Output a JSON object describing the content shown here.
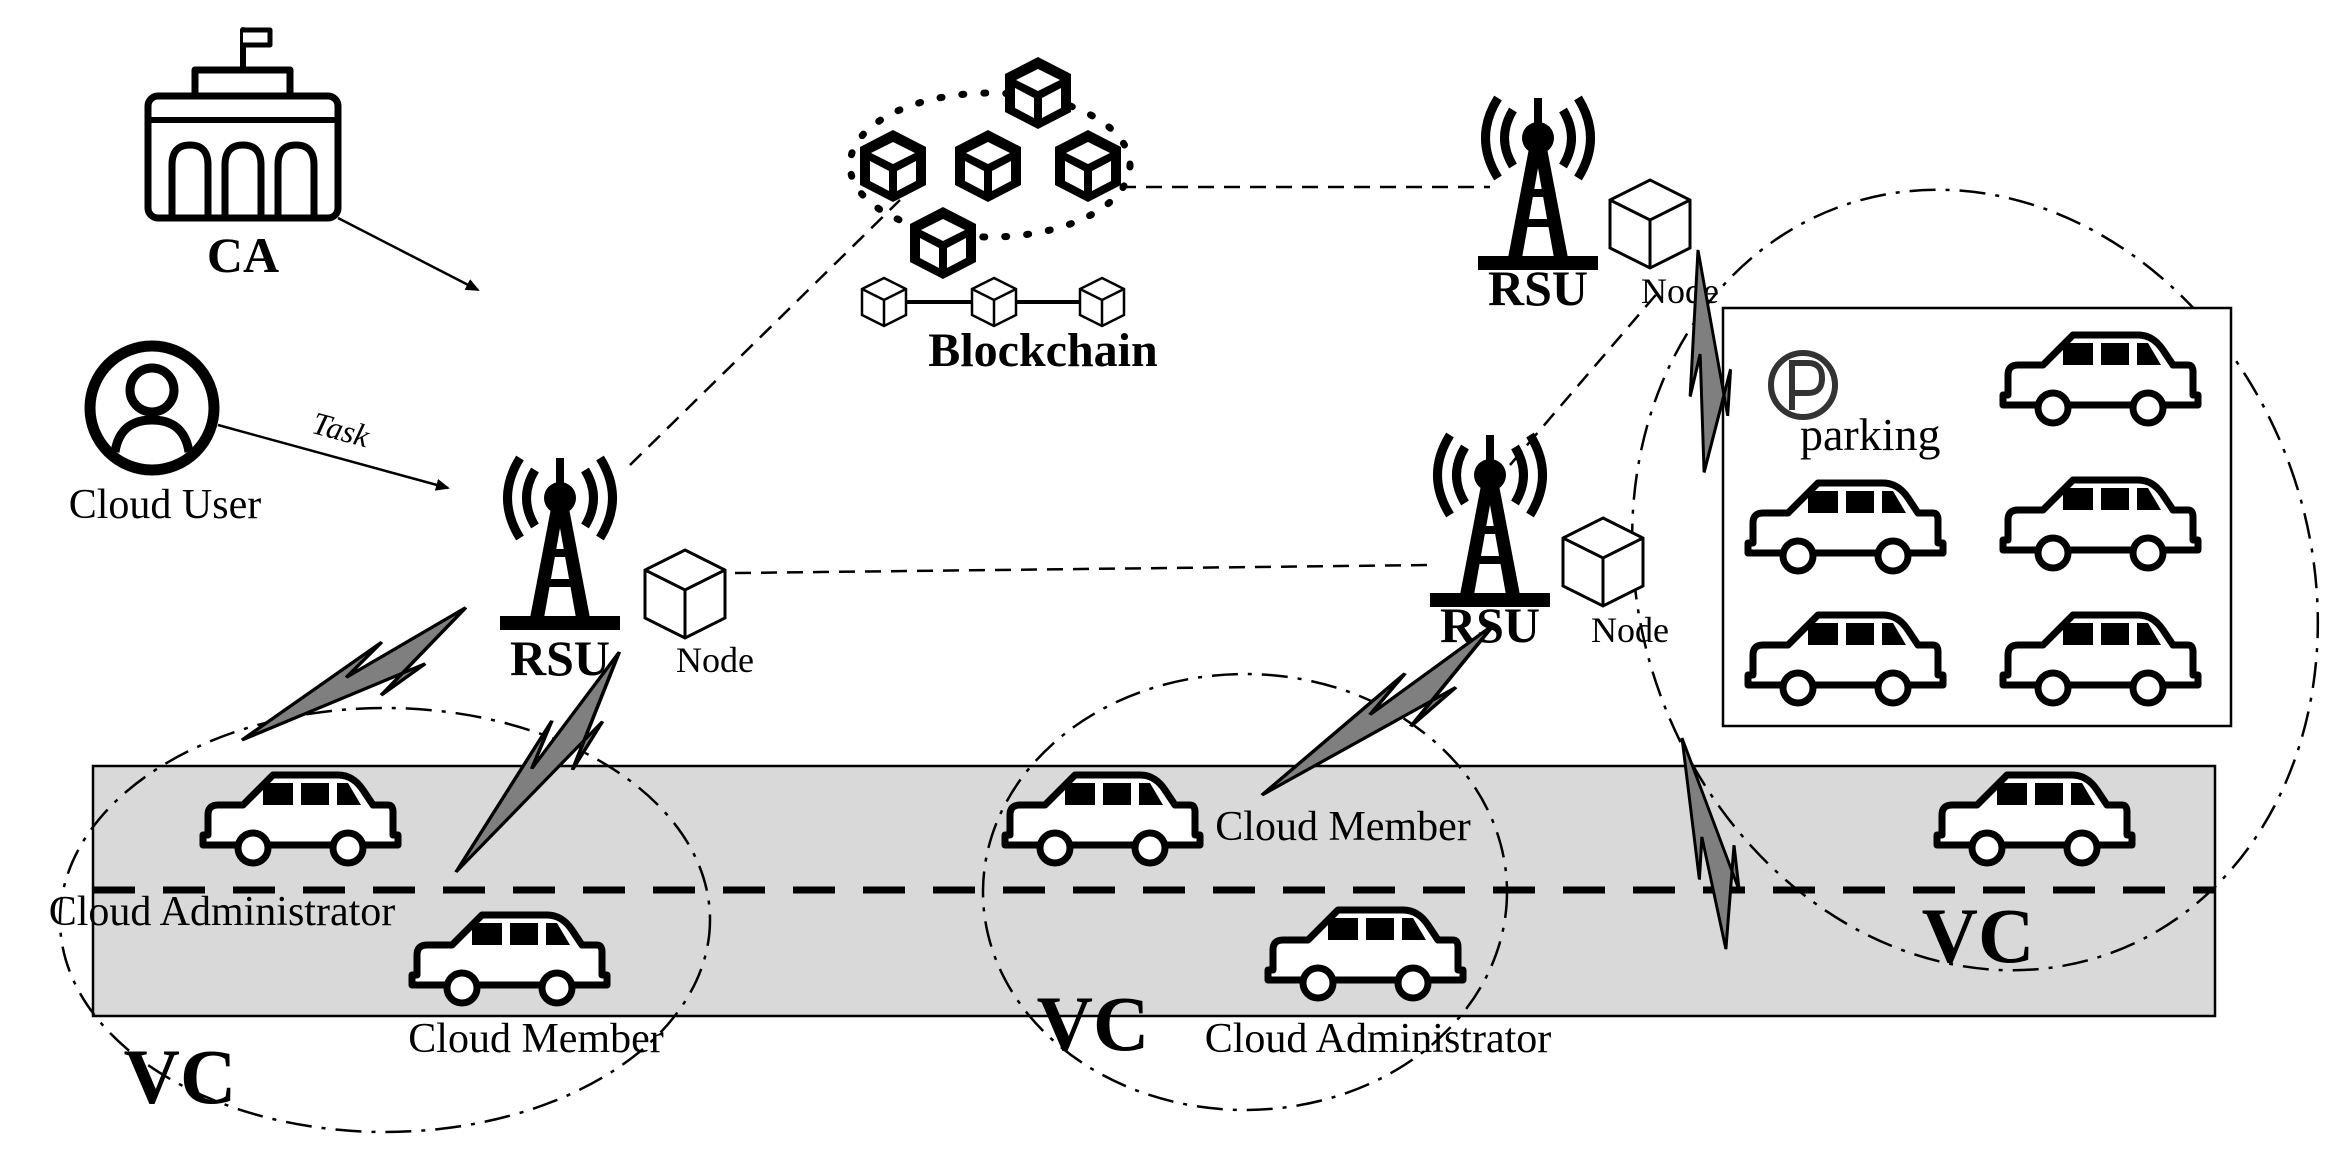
{
  "labels": {
    "ca": "CA",
    "cloud_user": "Cloud User",
    "task": "Task",
    "blockchain": "Blockchain",
    "rsu_left": "RSU",
    "rsu_mid": "RSU",
    "rsu_top": "RSU",
    "node_left": "Node",
    "node_mid": "Node",
    "node_top": "Node",
    "parking": "parking",
    "cloud_admin_left": "Cloud Administrator",
    "cloud_member_left": "Cloud Member",
    "cloud_member_mid": "Cloud Member",
    "cloud_admin_mid": "Cloud Administrator",
    "vc_left": "VC",
    "vc_mid": "VC",
    "vc_right": "VC"
  },
  "colors": {
    "road": "#d9d9d9",
    "ink": "#000000",
    "wireless": "#808080",
    "parking_icon": "#333333"
  }
}
